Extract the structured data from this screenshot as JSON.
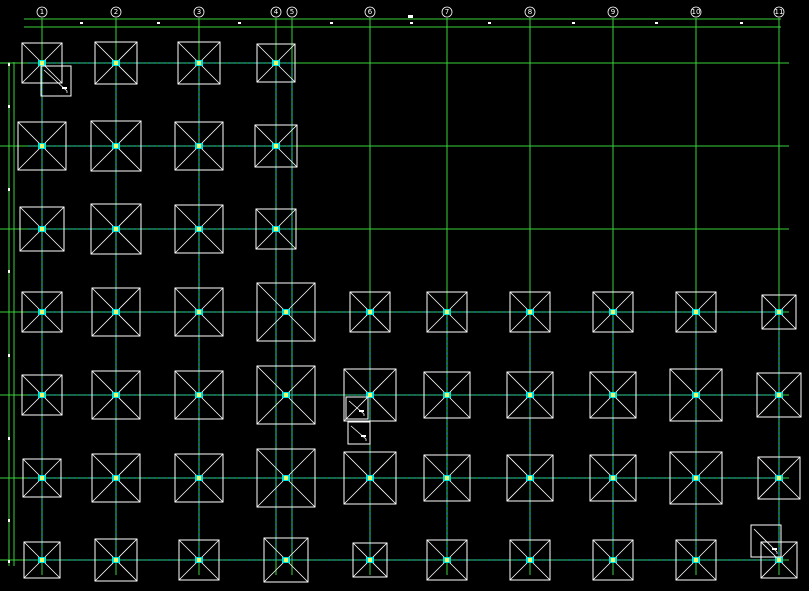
{
  "colors": {
    "background": "#000000",
    "axis_line": "#38d13a",
    "beam_line": "#22c7cf",
    "footing": "#ffffff",
    "column_core": "#00e0e0",
    "bubble": "#ffffff"
  },
  "grid": {
    "column_labels": [
      "1",
      "2",
      "3",
      "4",
      "5",
      "6",
      "7",
      "8",
      "9",
      "10",
      "11"
    ]
  },
  "footings": {
    "upper_left_rows": 3,
    "upper_left_columns": 4,
    "full_rows": 4,
    "full_columns": 11
  },
  "icon": "plan-view-marker"
}
